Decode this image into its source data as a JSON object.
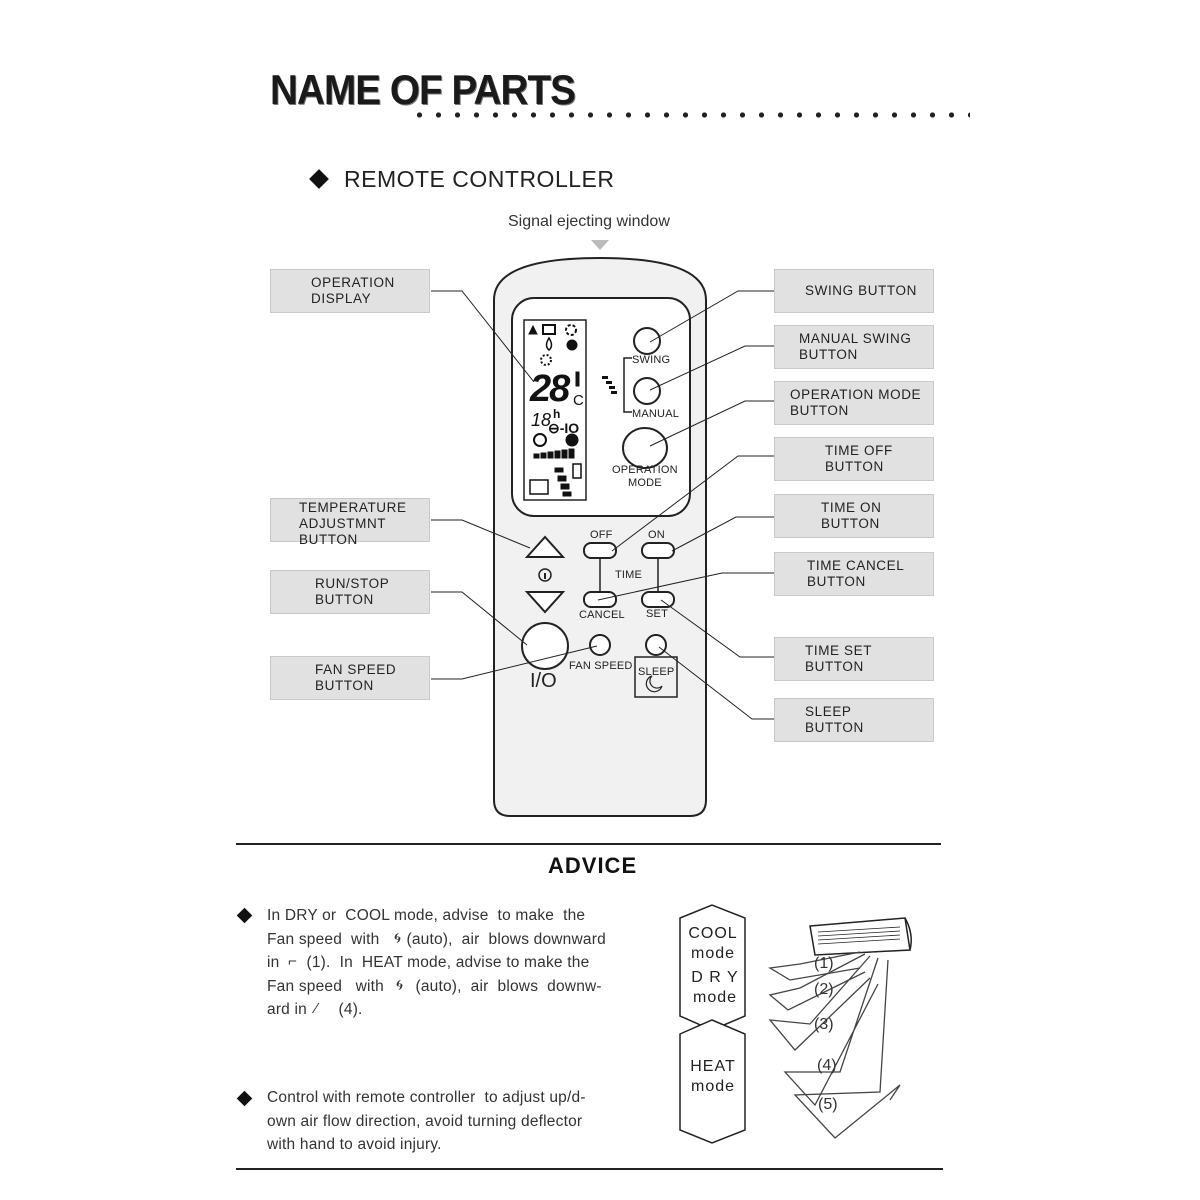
{
  "header": {
    "title": "NAME OF PARTS",
    "section": "REMOTE CONTROLLER"
  },
  "remote": {
    "signal_window": "Signal ejecting window",
    "labels": {
      "operation_display": "OPERATION\nDISPLAY",
      "temperature_adjust": "TEMPERATURE\nADJUSTMNT\nBUTTON",
      "run_stop": "RUN/STOP\nBUTTON",
      "fan_speed": "FAN SPEED\nBUTTON",
      "swing": "SWING BUTTON",
      "manual_swing": "MANUAL SWING\nBUTTON",
      "operation_mode": "OPERATION MODE\nBUTTON",
      "time_off": "TIME OFF\nBUTTON",
      "time_on": "TIME ON\nBUTTON",
      "time_cancel": "TIME CANCEL\nBUTTON",
      "time_set": "TIME SET\nBUTTON",
      "sleep": "SLEEP\nBUTTON"
    },
    "button_text": {
      "swing": "SWING",
      "manual": "MANUAL",
      "operation_mode": "OPERATION\nMODE",
      "off": "OFF",
      "on": "ON",
      "time": "TIME",
      "cancel": "CANCEL",
      "set": "SET",
      "fan_speed": "FAN SPEED",
      "sleep": "SLEEP",
      "power": "I/O"
    },
    "lcd": {
      "temp_digits": "28",
      "unit": "C",
      "timer_digits": "18",
      "hour": "h"
    }
  },
  "advice": {
    "title": "ADVICE",
    "item1": "In DRY or  COOL mode, advise  to make  the\nFan speed  with      (auto),  air  blows downward\nin      (1).  In  HEAT mode, advise to make the\nFan speed   with       (auto),  air  blows  downw-\nard in       (4).",
    "item2": "Control with remote controller  to adjust up/d-\nown air flow direction, avoid turning deflector\nwith hand to avoid injury.",
    "modes": {
      "cool": "COOL\nmode",
      "dry": "D R Y\nmode",
      "heat": "HEAT\nmode"
    },
    "positions": [
      "(1)",
      "(2)",
      "(3)",
      "(4)",
      "(5)"
    ]
  }
}
